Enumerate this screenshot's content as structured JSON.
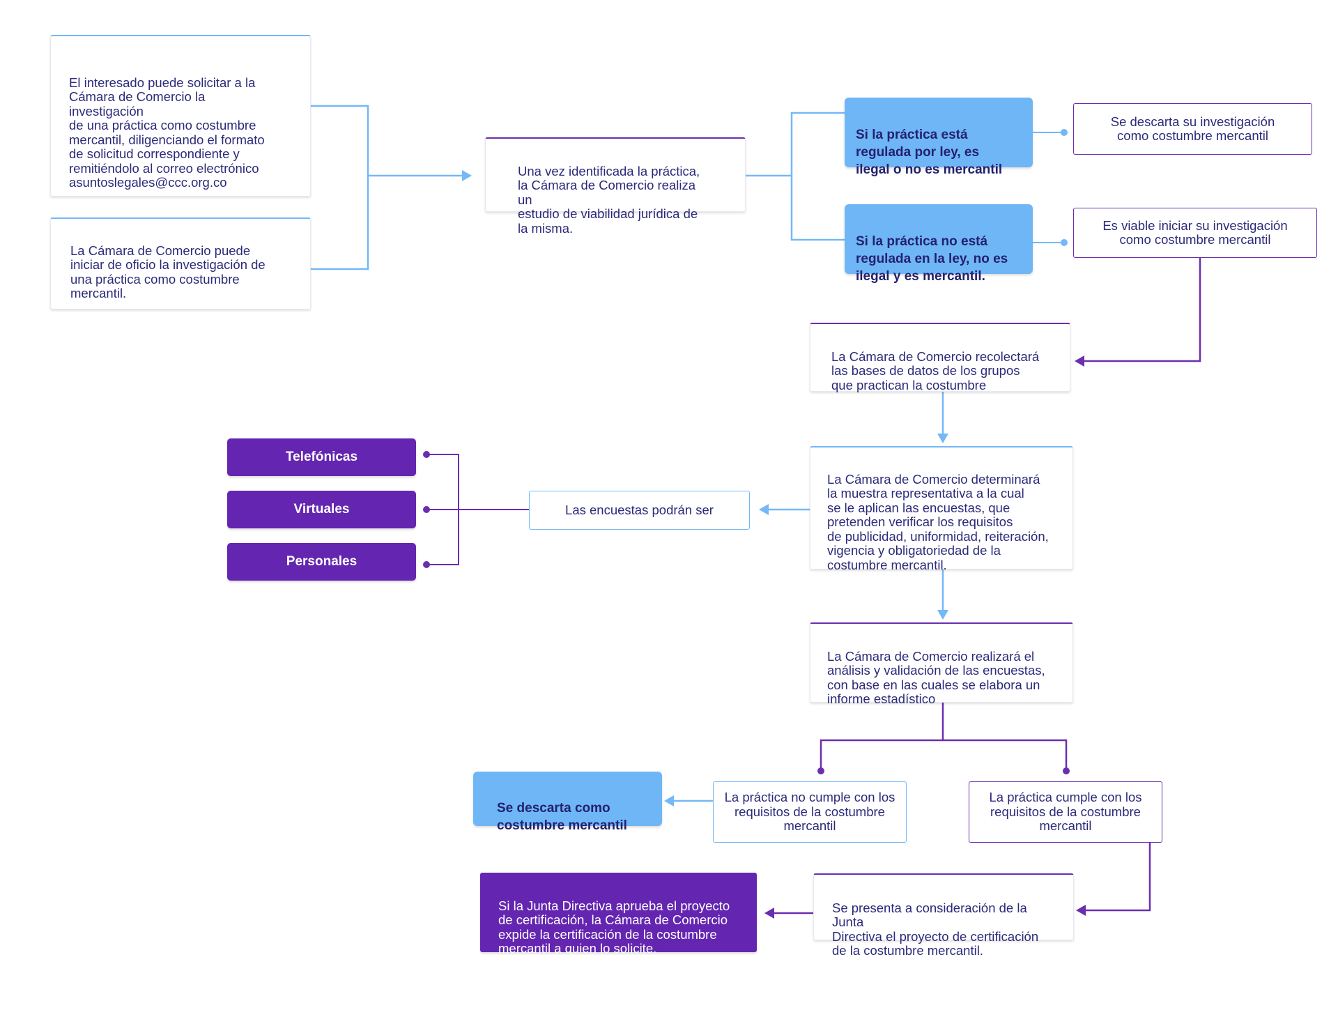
{
  "colors": {
    "blue_line": "#74b8f7",
    "purple_line": "#6a2eb0",
    "blue_fill": "#6fb6f7",
    "purple_fill": "#6426b1",
    "text": "#2b2a7a"
  },
  "nodes": {
    "request": "El interesado puede solicitar a la\nCámara de Comercio la\ninvestigación\nde una práctica como costumbre\nmercantil, diligenciando el formato\nde solicitud correspondiente y\nremitiéndolo al correo electrónico\nasuntoslegales@ccc.org.co",
    "ex_officio": "La Cámara de Comercio puede\niniciar de oficio la investigación de\nuna práctica como costumbre\nmercantil.",
    "feasibility": "Una vez identificada la práctica,\nla Cámara de Comercio realiza un\nestudio de viabilidad jurídica de\nla misma.",
    "regulated": "Si la práctica está\nregulada por ley, es\nilegal o no es mercantil",
    "not_regulated": "Si la práctica no está\nregulada en la ley, no es\nilegal y es mercantil.",
    "discarded_investigation": "Se descarta su investigación\ncomo costumbre mercantil",
    "viable_investigation": "Es viable iniciar su investigación\ncomo costumbre mercantil",
    "collect_databases": "La Cámara de Comercio recolectará\nlas bases de datos de los grupos\nque practican la costumbre",
    "sample": "La Cámara de Comercio determinará\nla muestra representativa a la cual\nse le aplican las encuestas, que\npretenden verificar los requisitos\nde publicidad, uniformidad, reiteración,\nvigencia y obligatoriedad de la\ncostumbre mercantil.",
    "surveys_can_be": "Las encuestas podrán ser",
    "survey_phone": "Telefónicas",
    "survey_virtual": "Virtuales",
    "survey_personal": "Personales",
    "analysis": "La Cámara de Comercio realizará el\nanálisis y validación de las encuestas,\ncon base en las cuales se elabora un\ninforme estadístico",
    "not_meets": "La práctica no cumple con los\nrequisitos de la costumbre\nmercantil",
    "meets": "La práctica cumple con los\nrequisitos de la costumbre\nmercantil",
    "discarded_custom": "Se descarta como\ncostumbre mercantil",
    "board_presentation": "Se presenta a consideración de la Junta\nDirectiva el proyecto de certificación\nde la costumbre mercantil.",
    "certification": "Si la Junta Directiva aprueba el proyecto\nde certificación, la Cámara de Comercio\nexpide la certificación de la costumbre\nmercantil a quien lo solicite."
  }
}
